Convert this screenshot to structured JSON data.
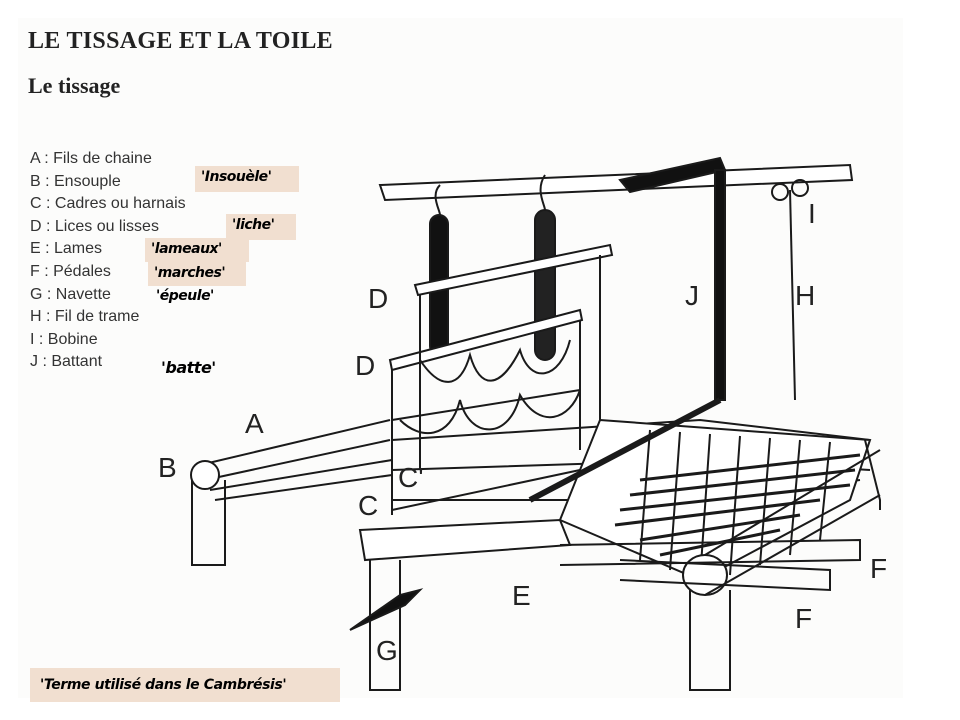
{
  "title": "LE TISSAGE ET LA TOILE",
  "subtitle": "Le tissage",
  "legend": [
    "A : Fils de chaine",
    "B : Ensouple",
    "C : Cadres ou harnais",
    "D : Lices ou lisses",
    "E : Lames",
    "F : Pédales",
    "G : Navette",
    "H : Fil de trame",
    "I : Bobine",
    "J : Battant"
  ],
  "local_terms": {
    "B": "'Insouèle'",
    "D": "'liche'",
    "E": "'lameaux'",
    "F": "'marches'",
    "G": "'épeule'",
    "J": "'batte'"
  },
  "note": "'Terme utilisé dans le Cambrésis'",
  "diagram_labels": {
    "A": "A",
    "B": "B",
    "C": "C",
    "C2": "C'",
    "D1": "D",
    "D2": "D",
    "E": "E",
    "F1": "F",
    "F2": "F",
    "G": "G",
    "H": "H",
    "I": "I",
    "J": "J"
  },
  "colors": {
    "tag_bg": "#f1dfd0",
    "ink": "#1a1a1a"
  }
}
